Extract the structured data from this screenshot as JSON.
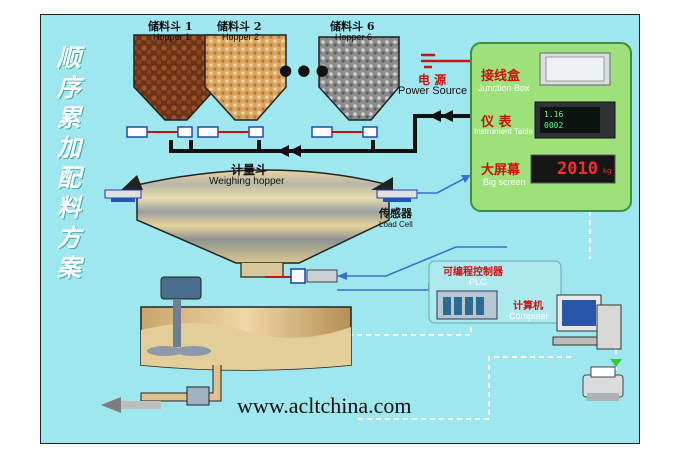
{
  "title_vertical": [
    "顺",
    "序",
    "累",
    "加",
    "配",
    "料",
    "方",
    "案"
  ],
  "hoppers": [
    {
      "zh": "储料斗 1",
      "en": "Hopper 1"
    },
    {
      "zh": "储料斗 2",
      "en": "Hopper 2"
    },
    {
      "zh": "储料斗 6",
      "en": "Hopper 6"
    }
  ],
  "ellipsis": "● ● ●",
  "power": {
    "zh": "电 源",
    "en": "Power Source"
  },
  "weighing": {
    "zh": "计量斗",
    "en": "Weighing hopper"
  },
  "loadcell": {
    "zh": "传感器",
    "en": "Load Cell"
  },
  "panel": [
    {
      "zh": "接线盒",
      "en": "Junction Box"
    },
    {
      "zh": "仪 表",
      "en": "Instrument Table"
    },
    {
      "zh": "大屏幕",
      "en": "Big screen"
    }
  ],
  "instrument_readout": {
    "line1": "1.16",
    "line2": "0002"
  },
  "big_screen_value": "2010",
  "big_screen_unit": "kg",
  "plc": {
    "zh": "可编程控制器",
    "en": "PLC"
  },
  "computer": {
    "zh": "计算机",
    "en": "Computer"
  },
  "website": "www.acltchina.com",
  "colors": {
    "background": "#9fe7ef",
    "panel": "#9ee07a",
    "accent_red": "#cc1111",
    "flow_line": "#3b6fd1"
  }
}
